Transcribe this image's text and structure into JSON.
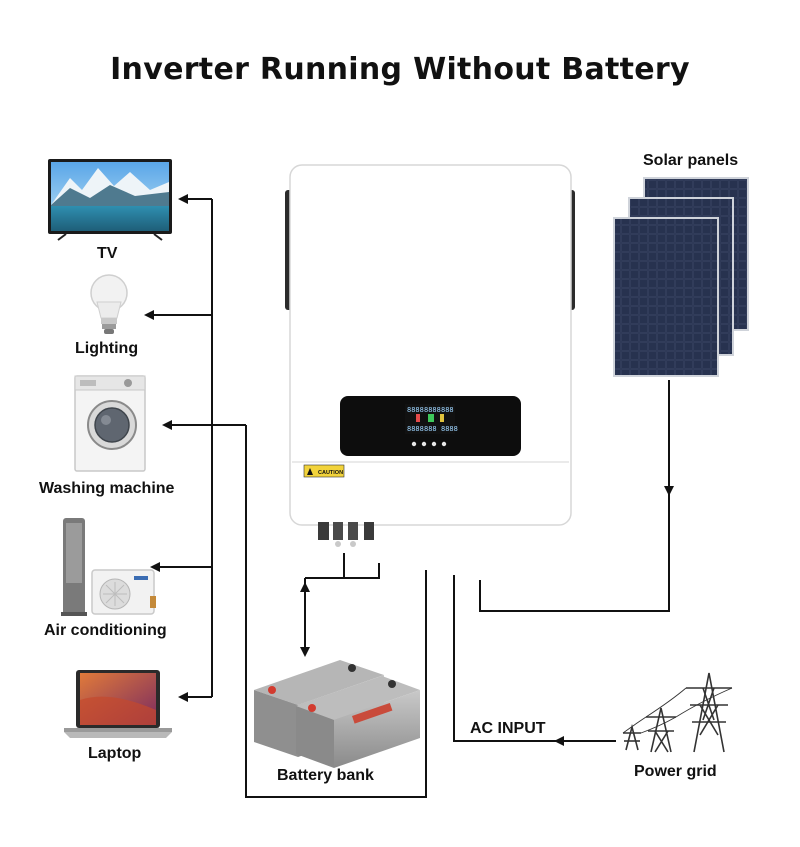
{
  "title": "Inverter Running Without Battery",
  "labels": {
    "tv": "TV",
    "lighting": "Lighting",
    "washing_machine": "Washing machine",
    "air_conditioning": "Air conditioning",
    "laptop": "Laptop",
    "solar_panels": "Solar panels",
    "battery_bank": "Battery bank",
    "power_grid": "Power grid",
    "ac_input": "AC INPUT"
  },
  "inverter": {
    "caution_label": "CAUTION",
    "lcd": [
      "8888",
      "8888",
      "888",
      "8888",
      "888",
      "8888"
    ]
  },
  "colors": {
    "line": "#111111",
    "inverter_body": "#ffffff",
    "display_panel": "#0d0d0d",
    "solar_cell": "#1f2a44",
    "battery": "#9a9a9a"
  }
}
